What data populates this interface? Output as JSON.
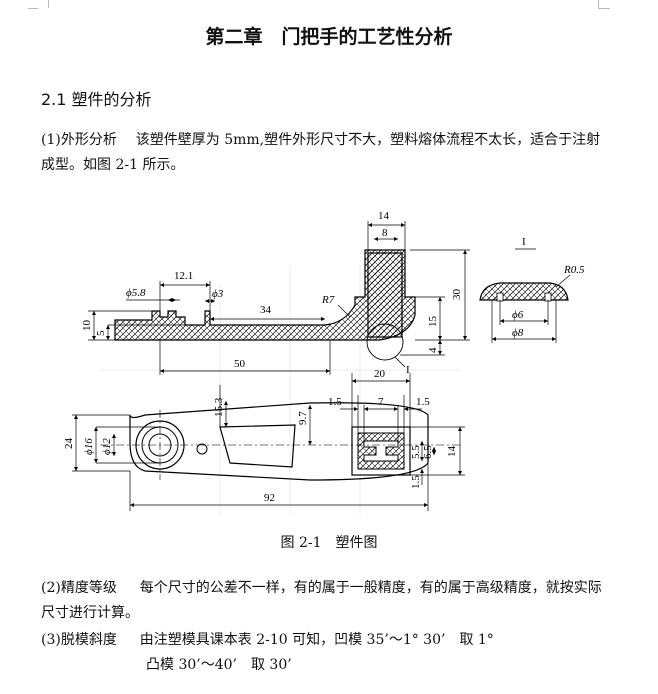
{
  "document": {
    "chapter_title": "第二章　门把手的工艺性分析",
    "section_heading": "2.1 塑件的分析",
    "para1_label": "(1)外形分析",
    "para1_text": "该塑件壁厚为 5mm,塑件外形尺寸不大，塑料熔体流程不太长，适合于注射成型。如图 2-1 所示。",
    "figure_caption": "图 2-1　塑件图",
    "para2_label": "(2)精度等级",
    "para2_text": "每个尺寸的公差不一样，有的属于一般精度，有的属于高级精度，就按实际尺寸进行计算。",
    "para3_label": "(3)脱模斜度",
    "para3_line1": "由注塑模具课本表 2-10 可知，凹模 35’～1° 30’　取 1°",
    "para3_line2": "凸模 30’～40’　取 30’"
  },
  "figure": {
    "dims": {
      "d14": "14",
      "d8": "8",
      "d30": "30",
      "d15": "15",
      "d4": "4",
      "d10": "10",
      "d5": "5",
      "d121": "12.1",
      "d34": "34",
      "d50": "50",
      "r7": "R7",
      "phi58": "ϕ5.8",
      "phi3": "ϕ3",
      "d20": "20",
      "d15a": "1.5",
      "d15b": "1.5",
      "d7": "7",
      "d153": "15.3",
      "d97": "9.7",
      "d55": "5.5",
      "d65": "6.5",
      "d14b": "14",
      "d15c": "1.5",
      "d92": "92",
      "d24": "24",
      "phi16": "ϕ16",
      "phi12": "ϕ12",
      "detail_label": "I",
      "detail_ref": "I",
      "r05": "R0.5",
      "phi6": "ϕ6",
      "phi8": "ϕ8"
    }
  }
}
